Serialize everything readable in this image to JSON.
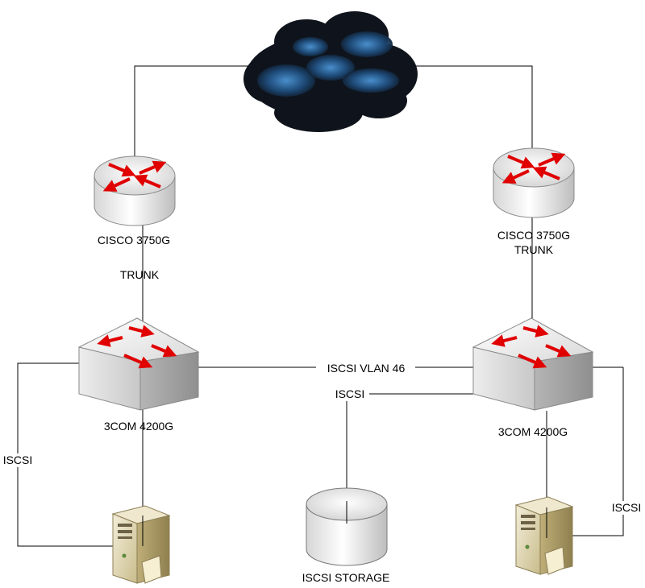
{
  "diagram": {
    "nodes": {
      "router_left": {
        "label": "CISCO 3750G",
        "link_label": "TRUNK",
        "icon": "router-icon"
      },
      "router_right": {
        "label": "CISCO 3750G",
        "link_label": "TRUNK",
        "icon": "router-icon"
      },
      "switch_left": {
        "label": "3COM 4200G",
        "icon": "switch-icon"
      },
      "switch_right": {
        "label": "3COM 4200G",
        "icon": "switch-icon"
      },
      "storage": {
        "label": "ISCSI STORAGE",
        "icon": "storage-icon"
      },
      "server_left": {
        "icon": "server-icon"
      },
      "server_right": {
        "icon": "server-icon"
      },
      "cloud": {
        "icon": "cloud-icon"
      }
    },
    "links": {
      "vlan": "ISCSI VLAN 46",
      "storage_link": "ISCSI",
      "server_left_link": "ISCSI",
      "server_right_link": "ISCSI"
    },
    "colors": {
      "arrow": "#e00000",
      "cloud_dark": "#10141c",
      "cloud_light": "#3d7fc0",
      "device_body": "#d8d8d8",
      "server_body": "#d9cfa8"
    }
  }
}
